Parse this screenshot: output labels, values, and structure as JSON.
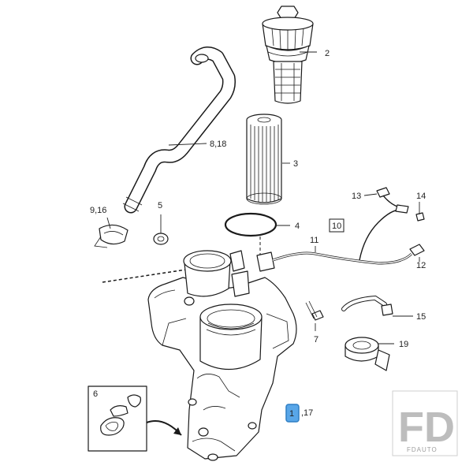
{
  "callouts": {
    "c1": "1",
    "c1_suffix": ",17",
    "c2": "2",
    "c3": "3",
    "c4": "4",
    "c5": "5",
    "c6": "6",
    "c7": "7",
    "c8": "8,18",
    "c9": "9,16",
    "c10": "10",
    "c11": "11",
    "c12": "12",
    "c13": "13",
    "c14": "14",
    "c15": "15",
    "c19": "19"
  },
  "logo": {
    "main": "FD",
    "sub": "FDAUTO"
  },
  "colors": {
    "highlight_fill": "#58a6e8",
    "highlight_stroke": "#2f7fc4",
    "line": "#1a1a1a",
    "logo": "#bdbdbd"
  }
}
